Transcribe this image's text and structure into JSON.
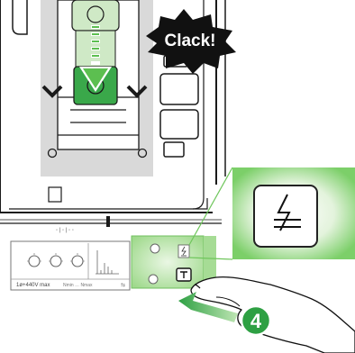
{
  "callout": {
    "text": "Clack!"
  },
  "step": {
    "number": "4"
  },
  "module": {
    "voltage_label": "1ø+440V max",
    "range_label": "Nmin … Nmax"
  },
  "colors": {
    "accent_green": "#2ea043",
    "light_green": "#bfe6b4",
    "panel_gray": "#d9d9d9",
    "outline": "#1a1a1a"
  },
  "icons": {
    "earth_symbol": "earth-ground-icon",
    "arrow_down": "arrow-down-icon",
    "arrow_push": "arrow-push-icon"
  }
}
